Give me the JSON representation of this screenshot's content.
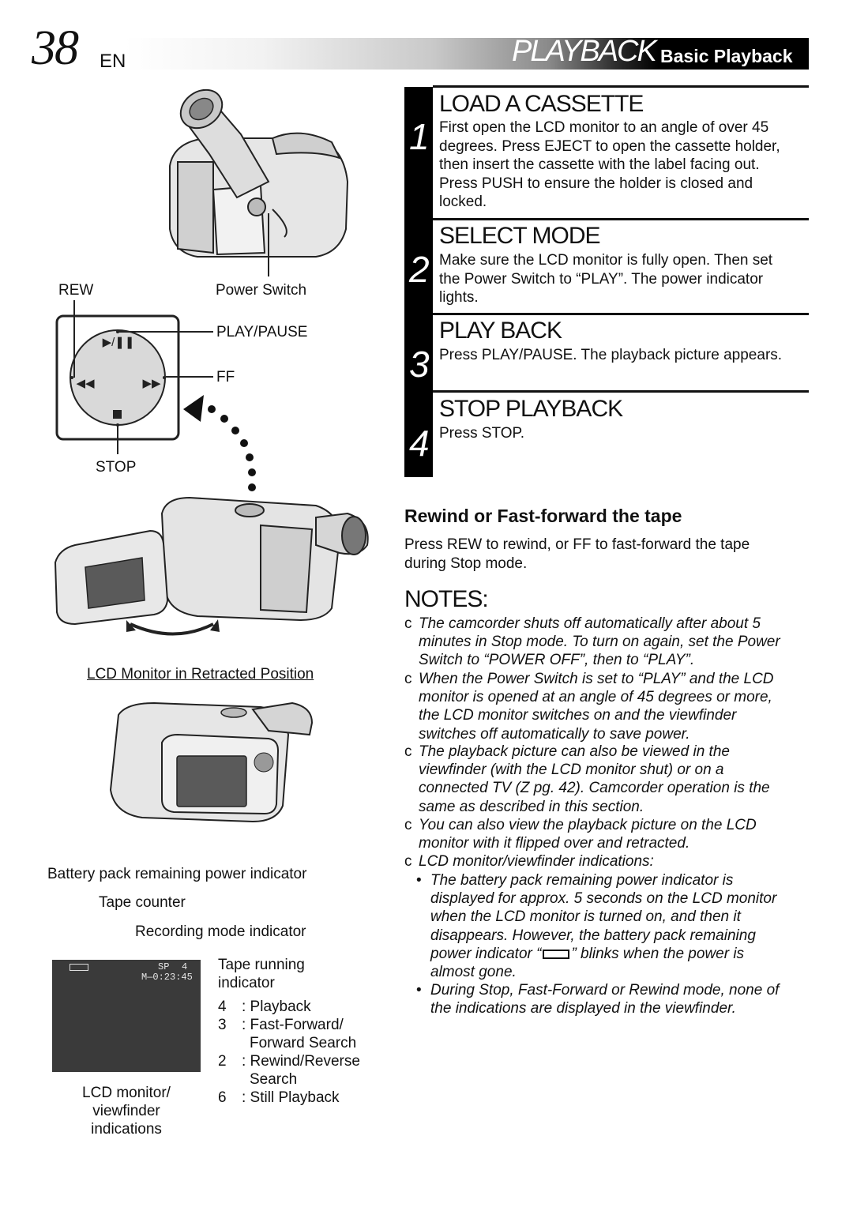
{
  "header": {
    "page_number": "38",
    "language": "EN",
    "section": "PLAYBACK",
    "subsection": "Basic Playback"
  },
  "steps": [
    {
      "number": "1",
      "title": "LOAD A CASSETTE",
      "lines": [
        "First open the LCD monitor to an angle of over 45",
        "degrees. Press EJECT to open the cassette holder,",
        "then insert the cassette with the label facing out.",
        "Press PUSH to ensure the holder is closed and",
        "locked."
      ]
    },
    {
      "number": "2",
      "title": "SELECT MODE",
      "lines": [
        "Make sure the LCD monitor is fully open. Then set",
        "the Power Switch to “PLAY”. The power indicator",
        "lights."
      ]
    },
    {
      "number": "3",
      "title": "PLAY BACK",
      "lines": [
        "Press PLAY/PAUSE. The playback picture appears."
      ]
    },
    {
      "number": "4",
      "title": "STOP PLAYBACK",
      "lines": [
        "Press STOP."
      ]
    }
  ],
  "rewind": {
    "title": "Rewind or Fast-forward the tape",
    "lines": [
      "Press REW to rewind, or FF to fast-forward the tape",
      "during Stop mode."
    ]
  },
  "notes": {
    "title": "NOTES:",
    "bullet": "c",
    "items": [
      [
        "The camcorder shuts off automatically after about 5",
        "minutes in Stop mode. To turn on again, set the Power",
        "Switch to “POWER OFF”, then to “PLAY”."
      ],
      [
        "When the Power Switch is set to “PLAY” and the LCD",
        "monitor is opened at an angle of 45 degrees or more,",
        "the LCD monitor switches on and the viewfinder",
        "switches off automatically to save power."
      ],
      [
        "The playback picture can also be viewed in the",
        "viewfinder (with the LCD monitor shut) or on a",
        "connected TV (Z   pg. 42). Camcorder operation is the",
        "same as described in this section."
      ],
      [
        "You can also view the playback picture on the LCD",
        "monitor with it flipped over and retracted."
      ],
      [
        "LCD monitor/viewfinder indications:"
      ]
    ],
    "sub_bullet": "•",
    "sub_items": [
      [
        "The battery pack remaining power indicator is",
        "displayed for approx. 5 seconds on the LCD monitor",
        "when the LCD monitor is turned on, and then it",
        "disappears. However, the battery pack remaining",
        "power indicator “",
        "” blinks when the power is",
        "almost gone."
      ],
      [
        "During Stop, Fast-Forward or Rewind mode, none of",
        "the indications are displayed in the viewfinder."
      ]
    ]
  },
  "figure": {
    "rew_label": "REW",
    "power_switch_label": "Power Switch",
    "play_pause_label": "PLAY/PAUSE",
    "ff_label": "FF",
    "stop_label": "STOP",
    "retracted_caption": "LCD Monitor in Retracted Position"
  },
  "indications": {
    "battery_label": "Battery pack remaining power indicator",
    "tape_counter_label": "Tape counter",
    "rec_mode_label": "Recording mode indicator",
    "tape_running_label_1": "Tape running",
    "tape_running_label_2": "indicator",
    "screen_mode": "SP",
    "screen_symbol": "4",
    "screen_counter": "M—0:23:45",
    "legend": [
      {
        "symbol": "4",
        "text": ": Playback"
      },
      {
        "symbol": "3",
        "text": ": Fast-Forward/"
      },
      {
        "symbol": "",
        "text": "Forward Search"
      },
      {
        "symbol": "2",
        "text": ": Rewind/Reverse"
      },
      {
        "symbol": "",
        "text": "Search"
      },
      {
        "symbol": "6",
        "text": ": Still Playback"
      }
    ],
    "caption": [
      "LCD monitor/",
      "viewfinder",
      "indications"
    ]
  }
}
